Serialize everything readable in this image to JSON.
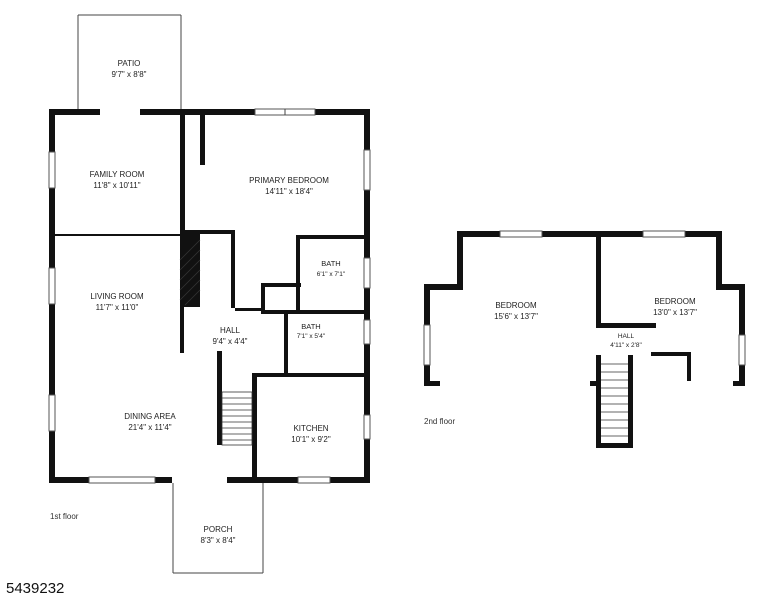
{
  "first_floor": {
    "label": "1st floor",
    "rooms": {
      "patio": {
        "name": "PATIO",
        "dims": "9'7\" x 8'8\""
      },
      "family_room": {
        "name": "FAMILY ROOM",
        "dims": "11'8\" x 10'11\""
      },
      "primary_bedroom": {
        "name": "PRIMARY BEDROOM",
        "dims": "14'11\" x 18'4\""
      },
      "bath_1": {
        "name": "BATH",
        "dims": "6'1\" x 7'1\""
      },
      "living_room": {
        "name": "LIVING ROOM",
        "dims": "11'7\" x 11'0\""
      },
      "hall": {
        "name": "HALL",
        "dims": "9'4\" x 4'4\""
      },
      "bath_2": {
        "name": "BATH",
        "dims": "7'1\" x 5'4\""
      },
      "dining_area": {
        "name": "DINING AREA",
        "dims": "21'4\" x 11'4\""
      },
      "kitchen": {
        "name": "KITCHEN",
        "dims": "10'1\" x 9'2\""
      },
      "porch": {
        "name": "PORCH",
        "dims": "8'3\" x 8'4\""
      }
    }
  },
  "second_floor": {
    "label": "2nd floor",
    "rooms": {
      "bedroom_1": {
        "name": "BEDROOM",
        "dims": "15'6\" x 13'7\""
      },
      "bedroom_2": {
        "name": "BEDROOM",
        "dims": "13'0\" x 13'7\""
      },
      "hall": {
        "name": "HALL",
        "dims": "4'11\" x 2'8\""
      }
    }
  },
  "listing_id": "5439232"
}
